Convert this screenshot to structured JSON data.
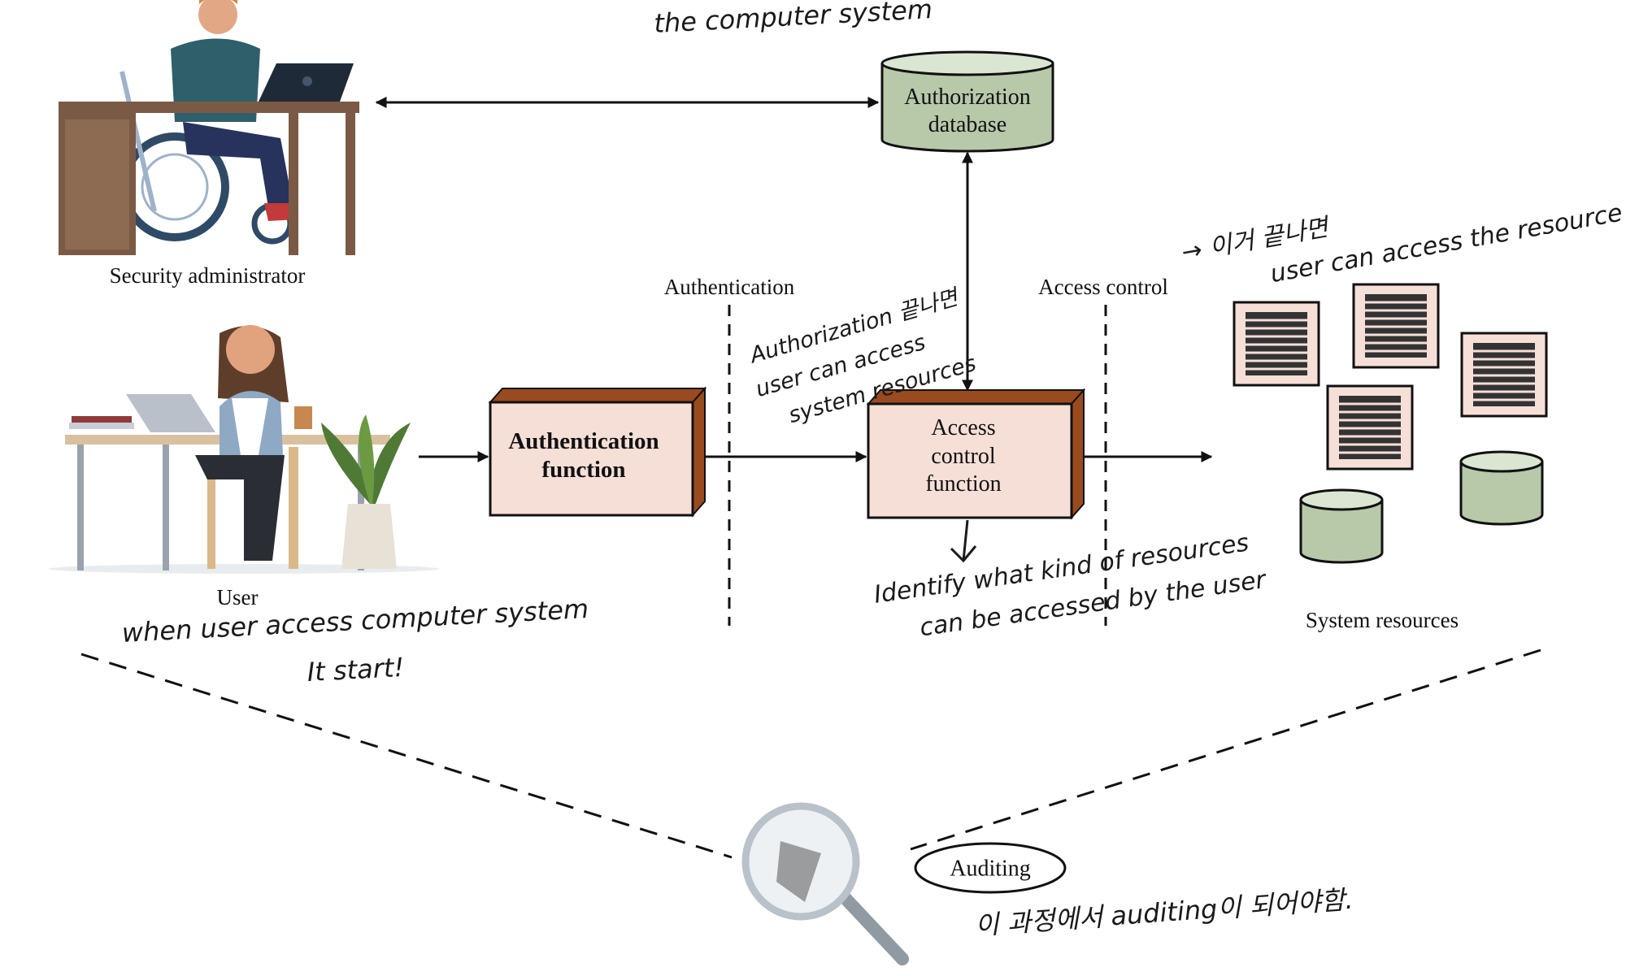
{
  "labels": {
    "security_admin": "Security administrator",
    "user": "User",
    "authentication": "Authentication",
    "access_control": "Access control",
    "system_resources": "System resources",
    "auditing": "Auditing"
  },
  "boxes": {
    "authentication_function": [
      "Authentication",
      "function"
    ],
    "access_control_function": [
      "Access",
      "control",
      "function"
    ],
    "authorization_database": [
      "Authorization",
      "database"
    ]
  },
  "notes": {
    "top": "the computer system",
    "authorization": [
      "Authorization 끝나면",
      "user can access",
      "system resources"
    ],
    "resources": [
      "→ 이거 끝나면",
      "user can access the resource"
    ],
    "identify": [
      "Identify what kind of resources",
      "can be accessed by the user"
    ],
    "user_start": [
      "when user access computer system",
      "It start!"
    ],
    "auditing": "이 과정에서 auditing이 되어야함."
  },
  "colors": {
    "box_face": "#f6dfd7",
    "box_side": "#9a4a1f",
    "db_fill": "#b7c9a9",
    "doc_fill": "#f6dfd7",
    "line": "#111111"
  },
  "icons": {
    "admin": "admin-wheelchair-desk-illustration",
    "user": "user-desk-laptop-illustration",
    "auditing": "magnifier-icon"
  }
}
